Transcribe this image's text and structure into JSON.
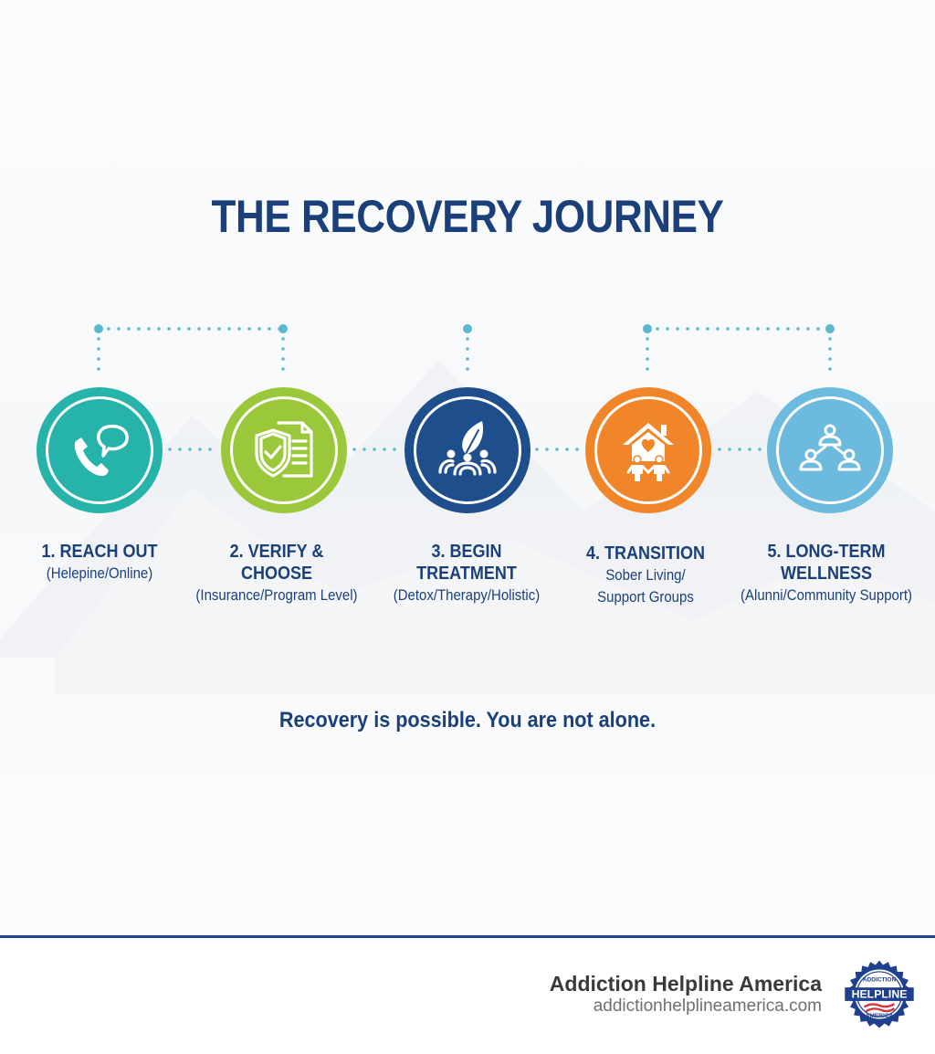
{
  "title": "THE RECOVERY JOURNEY",
  "colors": {
    "title": "#1b4079",
    "connector": "#5bb8cf",
    "step1": "#25b3aa",
    "step2": "#9bc73a",
    "step3": "#1f4e8c",
    "step4": "#f0852a",
    "step5": "#6cbadd",
    "footer_rule": "#23428f"
  },
  "steps": [
    {
      "title_line1": "1. REACH OUT",
      "title_line2": "",
      "sub_line1": "(Helepine/Online)",
      "sub_line2": "",
      "icon": "phone-chat-icon"
    },
    {
      "title_line1": "2. VERIFY &",
      "title_line2": "CHOOSE",
      "sub_line1": "(Insurance/Program Level)",
      "sub_line2": "",
      "icon": "shield-check-document-icon"
    },
    {
      "title_line1": "3. BEGIN",
      "title_line2": "TREATMENT",
      "sub_line1": "(Detox/Therapy/Holistic)",
      "sub_line2": "",
      "icon": "leaf-group-icon"
    },
    {
      "title_line1": "4. TRANSITION",
      "title_line2": "",
      "sub_line1": "Sober Living/",
      "sub_line2": "Support Groups",
      "icon": "house-heart-family-icon"
    },
    {
      "title_line1": "5. LONG-TERM",
      "title_line2": "WELLNESS",
      "sub_line1": "(Alunni/Community Support)",
      "sub_line2": "",
      "icon": "community-network-icon"
    }
  ],
  "tagline": "Recovery is possible. You are not alone.",
  "footer": {
    "brand_name": "Addiction Helpline America",
    "brand_url": "addictionhelplineamerica.com",
    "badge": {
      "top_text": "ADDICTION",
      "center_text": "HELPLINE",
      "bottom_text": "AMERICA"
    }
  }
}
